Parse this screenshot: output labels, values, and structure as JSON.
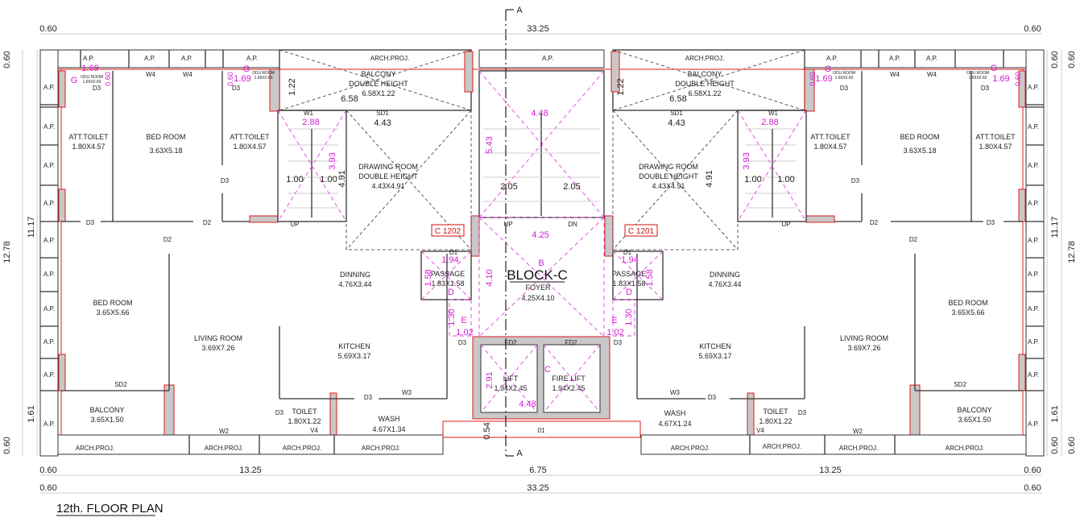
{
  "title": "12th. FLOOR PLAN",
  "block": {
    "name": "BLOCK-C",
    "foyer": "FOYER",
    "foyer_size": "4.25X4.10",
    "tag_left": "C 1202",
    "tag_right": "C 1201"
  },
  "section_marker": "A",
  "common": {
    "ap": "A.P.",
    "arch_proj": "ARCH.PROJ.",
    "up": "UP",
    "dn": "DN",
    "odu_room": "ODU ROOM",
    "odu_size": "1.69X0.60",
    "g": "G"
  },
  "openings": {
    "d1": "D1",
    "d2": "D2",
    "d3": "D3",
    "w1": "W1",
    "w2": "W2",
    "w3": "W3",
    "w4": "W4",
    "v4": "V4",
    "sd1": "SD1",
    "sd2": "SD2",
    "fd2": "FD2",
    "o1": "01"
  },
  "rooms_left": {
    "att_toilet": {
      "name": "ATT.TOILET",
      "size": "1.80X4.57"
    },
    "bed_room_1": {
      "name": "BED ROOM",
      "size": "3.63X5.18"
    },
    "balcony_dh": {
      "name": "BALCONY",
      "note": "DOUBLE HEIGHT",
      "size": "6.58X1.22"
    },
    "drawing": {
      "name": "DRAWING ROOM",
      "note": "DOUBLE HEIGHT",
      "size": "4.43X4.91"
    },
    "dinning": {
      "name": "DINNING",
      "size": "4.76X3.44"
    },
    "passage": {
      "name": "PASSAGE",
      "size": "1.83X1.58"
    },
    "bed_room_2": {
      "name": "BED ROOM",
      "size": "3.65X5.66"
    },
    "living": {
      "name": "LIVING ROOM",
      "size": "3.69X7.26"
    },
    "kitchen": {
      "name": "KITCHEN",
      "size": "5.69X3.17"
    },
    "balcony": {
      "name": "BALCONY",
      "size": "3.65X1.50"
    },
    "toilet": {
      "name": "TOILET",
      "size": "1.80X1.22"
    },
    "wash": {
      "name": "WASH",
      "size": "4.67X1.34"
    }
  },
  "rooms_right": {
    "wash": {
      "name": "WASH",
      "size": "4.67X1.24"
    }
  },
  "core": {
    "lift": {
      "name": "LIFT",
      "size": "1.94X2.45"
    },
    "fire_lift": {
      "name": "FIRE LIFT",
      "size": "1.94X2.45"
    }
  },
  "inner_dims": {
    "d122": "1.22",
    "d658": "6.58",
    "d443": "4.43",
    "d491": "4.91",
    "d100": "1.00",
    "d205": "2.05"
  },
  "magenta_dims": {
    "d169": "1.69",
    "d060": "0.60",
    "d288": "2.88",
    "d393": "3.93",
    "d543": "5.43",
    "d448": "4.48",
    "d425": "4.25",
    "d194": "1.94",
    "d158": "1.58",
    "d410": "4.10",
    "d130": "1.30",
    "d102": "1.02",
    "d291": "2.91",
    "d054": "0.54",
    "b": "B",
    "c": "C",
    "d": "D",
    "e": "E"
  },
  "dimensions": {
    "top": [
      "0.60",
      "33.25",
      "0.60"
    ],
    "bottom_row1": [
      "0.60",
      "13.25",
      "6.75",
      "13.25",
      "0.60"
    ],
    "bottom_row2": [
      "0.60",
      "33.25",
      "0.60"
    ],
    "side_inner": [
      "0.60",
      "11.17",
      "1.61",
      "0.60"
    ],
    "side_total": "12.78"
  },
  "colors": {
    "wall_line": "#333333",
    "structure_red": "#e01818",
    "magenta": "#d21fd2",
    "column_fill": "#c8c8c8"
  }
}
